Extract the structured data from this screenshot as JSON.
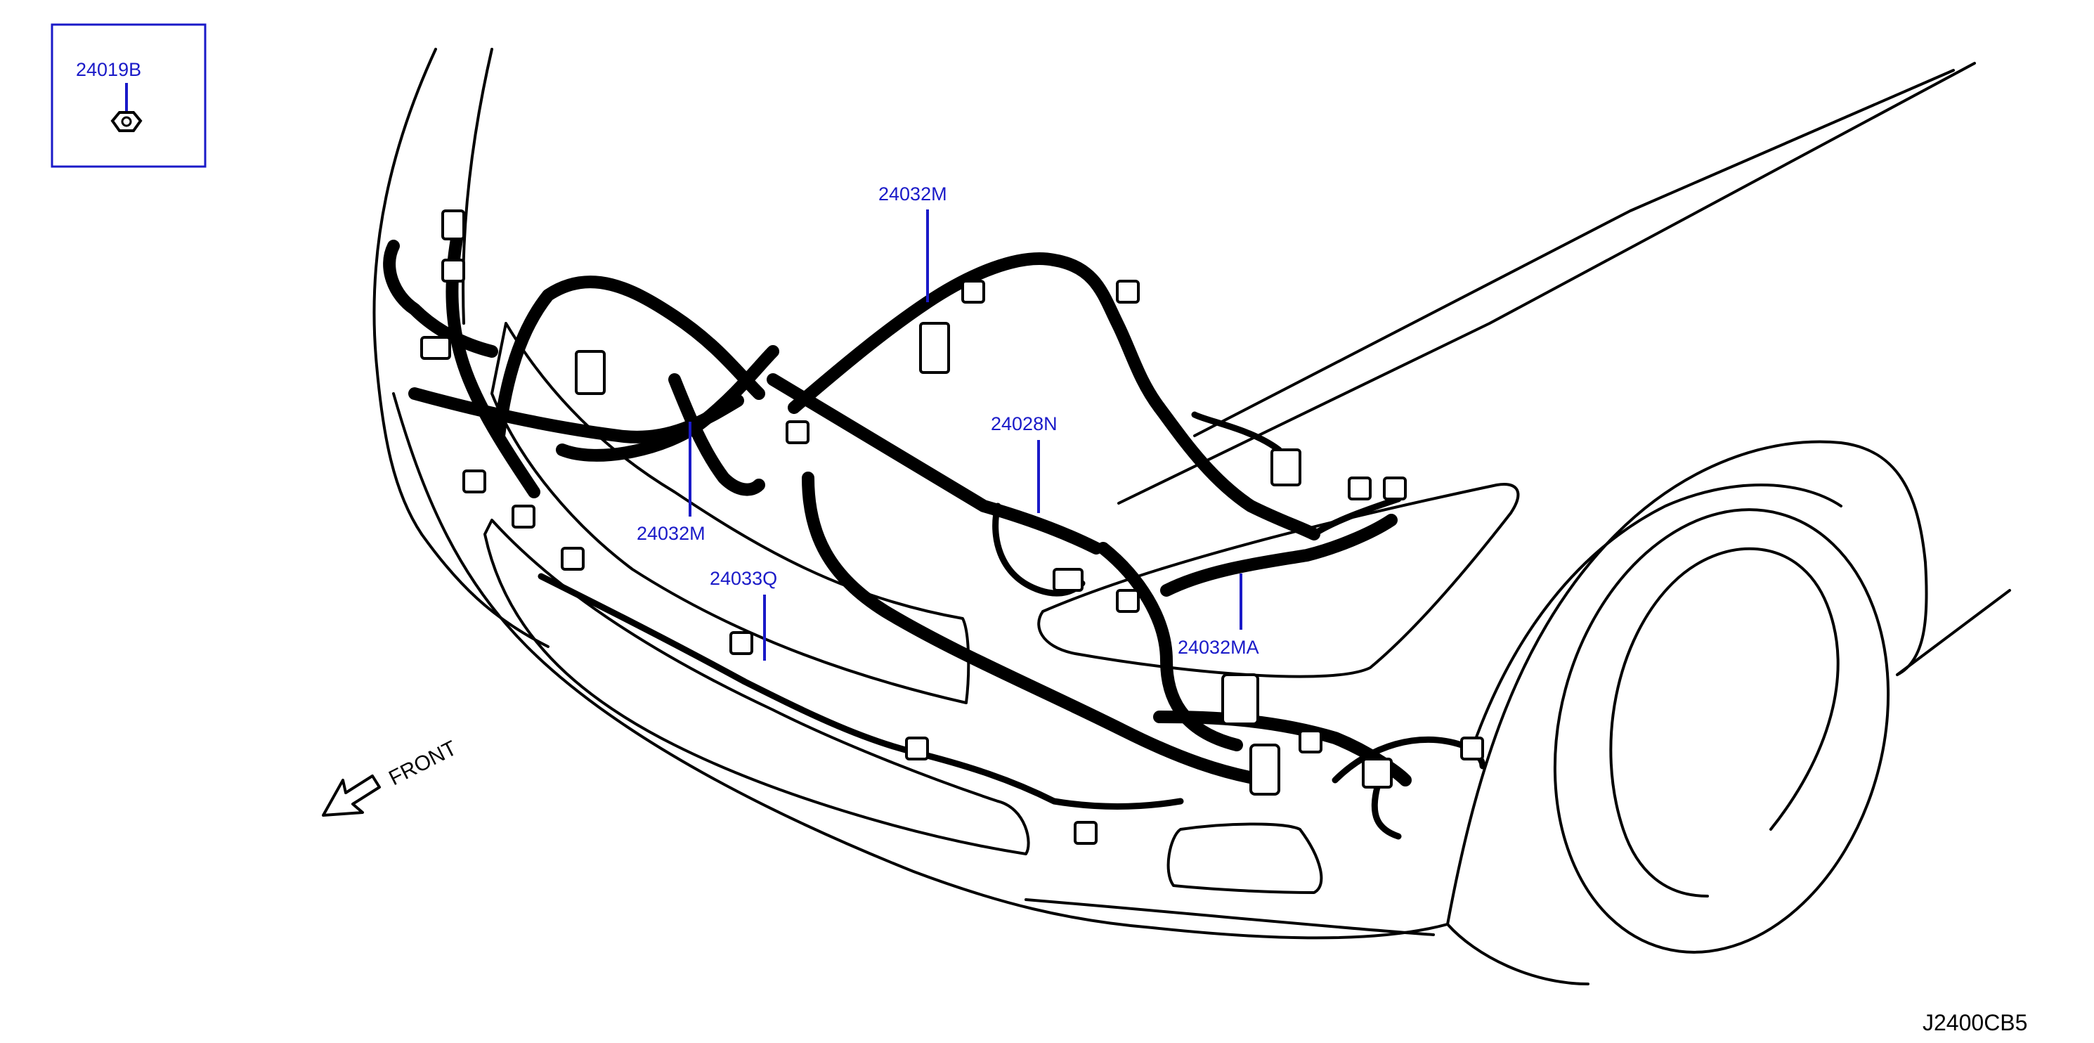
{
  "inset": {
    "part_label": "24019B",
    "icon": "nut-icon"
  },
  "callouts": [
    {
      "id": "c1",
      "label": "24032M"
    },
    {
      "id": "c2",
      "label": "24032M"
    },
    {
      "id": "c3",
      "label": "24028N"
    },
    {
      "id": "c4",
      "label": "24033Q"
    },
    {
      "id": "c5",
      "label": "24032MA"
    }
  ],
  "direction": {
    "label": "FRONT",
    "icon": "front-arrow-icon"
  },
  "reference_code": "J2400CB5",
  "colors": {
    "callout": "#1a1ac8",
    "line": "#000000"
  }
}
